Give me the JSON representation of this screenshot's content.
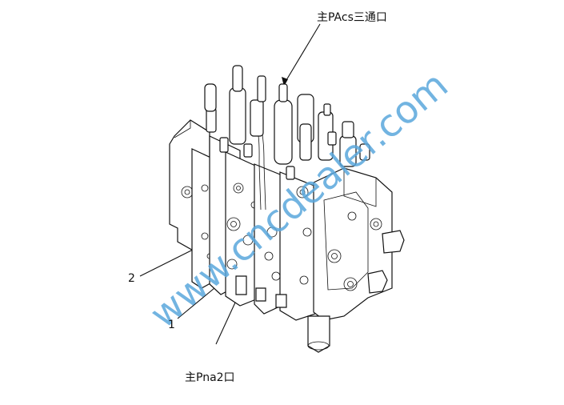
{
  "labels": {
    "top_port": "主PAcs三通口",
    "bottom_port": "主Pna2口",
    "callout_2": "2",
    "callout_1": "1"
  },
  "watermark": "www.cncdealer.com",
  "colors": {
    "line": "#111111",
    "watermark": "#5aa7dc",
    "background": "#ffffff"
  }
}
